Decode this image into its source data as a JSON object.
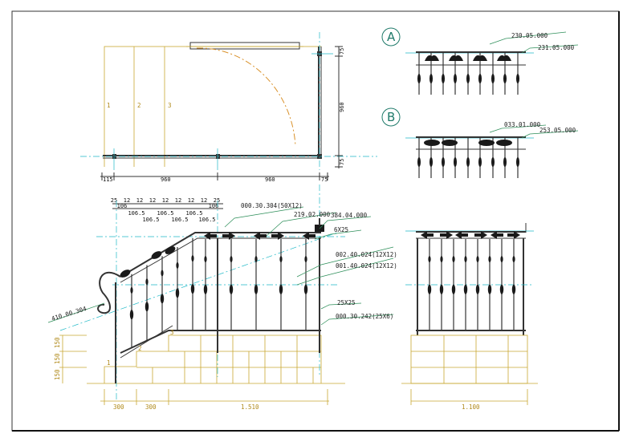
{
  "detail_markers": {
    "a": "A",
    "b": "B"
  },
  "plan_view": {
    "step_labels": [
      "1",
      "2",
      "3"
    ],
    "dims_bottom": [
      "115",
      "960",
      "960",
      "75"
    ],
    "dim_right_top": "75",
    "dim_right_mid": "960",
    "dim_right_bot": "75"
  },
  "baluster_spacing": {
    "row1": [
      "25",
      "12",
      "12",
      "12",
      "12",
      "12",
      "12",
      "12",
      "25"
    ],
    "row2": [
      "106",
      "106.5",
      "106.5",
      "106.5",
      "106.5",
      "106.5",
      "106.5",
      "106"
    ]
  },
  "elevation_labels": {
    "top_rail": "000.30.304(50X12)",
    "ornament_top": "219.02.000",
    "finial": "384.04.000",
    "flat_bar": "6X25",
    "baluster_a": "002.40.024(12X12)",
    "baluster_b": "001.40.024(12X12)",
    "newel_scroll": "410.00.304",
    "bottom_bar": "25X25",
    "bottom_rail": "000.30.242(25X6)"
  },
  "detail_a": {
    "label_1": "230.05.000",
    "label_2": "231.05.000"
  },
  "detail_b": {
    "label_1": "033.01.000",
    "label_2": "253.05.000"
  },
  "stair_dims": {
    "left": [
      "150",
      "150",
      "150"
    ],
    "bottom": [
      "300",
      "300",
      "1.510"
    ],
    "step_markers": [
      "1",
      "2",
      "3"
    ]
  },
  "front_dims": {
    "bottom": "1.100"
  }
}
